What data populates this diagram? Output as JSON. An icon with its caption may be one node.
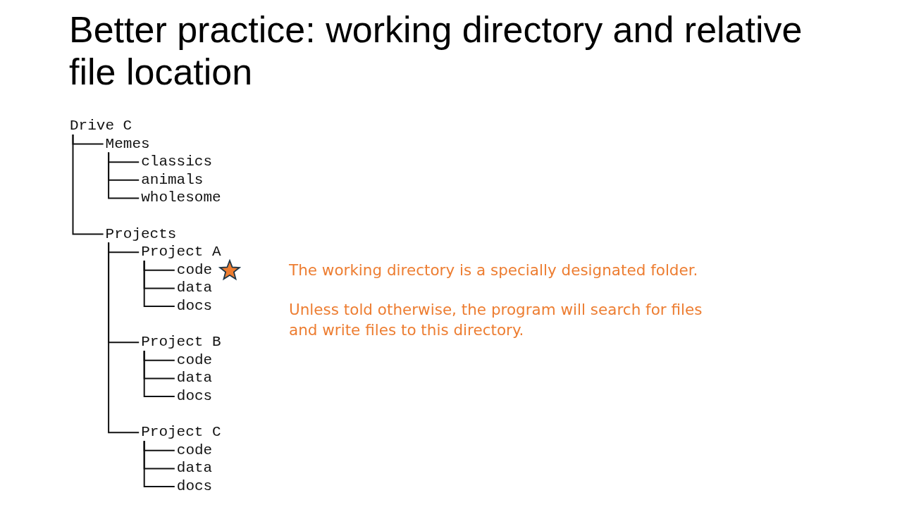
{
  "diagram": {
    "title": "Better practice: working directory and relative file location",
    "nodes": [
      {
        "text": [
          "Drive C"
        ]
      },
      {
        "text": [
          "Memes"
        ]
      },
      {
        "text": [
          "classics"
        ]
      },
      {
        "text": [
          "animals"
        ]
      },
      {
        "text": [
          "wholesome"
        ]
      },
      {
        "text": [
          "Projects"
        ]
      },
      {
        "text": [
          "Project A"
        ]
      },
      {
        "text": [
          "code"
        ]
      },
      {
        "text": [
          "data"
        ]
      },
      {
        "text": [
          "docs"
        ]
      },
      {
        "text": [
          "Project B"
        ]
      },
      {
        "text": [
          "code"
        ]
      },
      {
        "text": [
          "data"
        ]
      },
      {
        "text": [
          "docs"
        ]
      },
      {
        "text": [
          "Project C"
        ]
      },
      {
        "text": [
          "code"
        ]
      },
      {
        "text": [
          "data"
        ]
      },
      {
        "text": [
          "docs"
        ]
      }
    ],
    "edges": [
      {
        "from": 0,
        "to": 1,
        "arrow": "none"
      },
      {
        "from": 1,
        "to": 2,
        "arrow": "none"
      },
      {
        "from": 1,
        "to": 3,
        "arrow": "none"
      },
      {
        "from": 1,
        "to": 4,
        "arrow": "none"
      },
      {
        "from": 0,
        "to": 5,
        "arrow": "none"
      },
      {
        "from": 5,
        "to": 6,
        "arrow": "none"
      },
      {
        "from": 6,
        "to": 7,
        "arrow": "none"
      },
      {
        "from": 6,
        "to": 8,
        "arrow": "none"
      },
      {
        "from": 6,
        "to": 9,
        "arrow": "none"
      },
      {
        "from": 5,
        "to": 10,
        "arrow": "none"
      },
      {
        "from": 10,
        "to": 11,
        "arrow": "none"
      },
      {
        "from": 10,
        "to": 12,
        "arrow": "none"
      },
      {
        "from": 10,
        "to": 13,
        "arrow": "none"
      },
      {
        "from": 5,
        "to": 14,
        "arrow": "none"
      },
      {
        "from": 14,
        "to": 15,
        "arrow": "none"
      },
      {
        "from": 14,
        "to": 16,
        "arrow": "none"
      },
      {
        "from": 14,
        "to": 17,
        "arrow": "none"
      }
    ],
    "labels": [
      "The working directory is a specially designated folder.",
      "Unless told otherwise, the program will search for files and write files to this directory."
    ]
  }
}
